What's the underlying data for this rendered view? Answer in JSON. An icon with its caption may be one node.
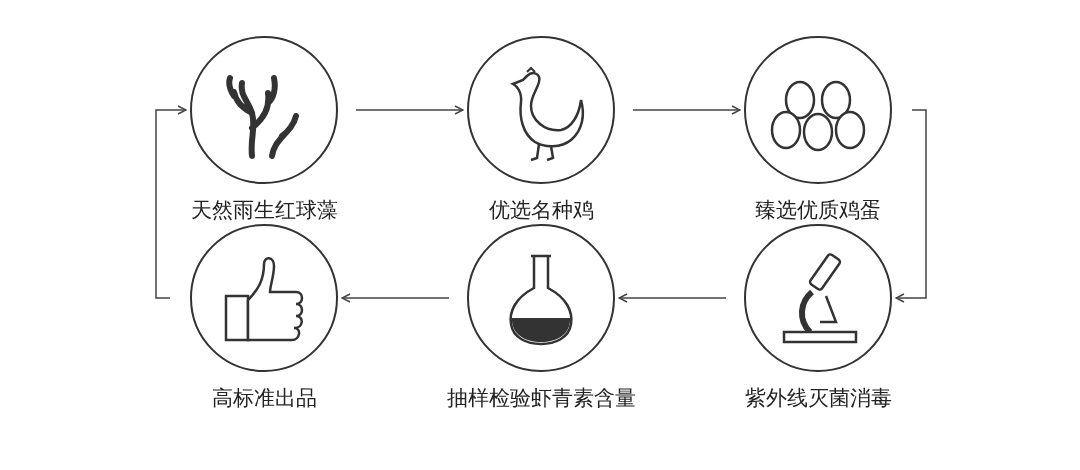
{
  "diagram": {
    "nodes": [
      {
        "text": [
          "天然雨生红球藻"
        ]
      },
      {
        "text": [
          "优选名种鸡"
        ]
      },
      {
        "text": [
          "臻选优质鸡蛋"
        ]
      },
      {
        "text": [
          "紫外线灭菌消毒"
        ]
      },
      {
        "text": [
          "抽样检验虾青素含量"
        ]
      },
      {
        "text": [
          "高标准出品"
        ]
      }
    ],
    "edges": [
      {
        "from": 0,
        "to": 1,
        "arrow": "to"
      },
      {
        "from": 1,
        "to": 2,
        "arrow": "to"
      },
      {
        "from": 2,
        "to": 3,
        "arrow": "to"
      },
      {
        "from": 3,
        "to": 4,
        "arrow": "to"
      },
      {
        "from": 4,
        "to": 5,
        "arrow": "to"
      },
      {
        "from": 5,
        "to": 0,
        "arrow": "to"
      }
    ]
  }
}
